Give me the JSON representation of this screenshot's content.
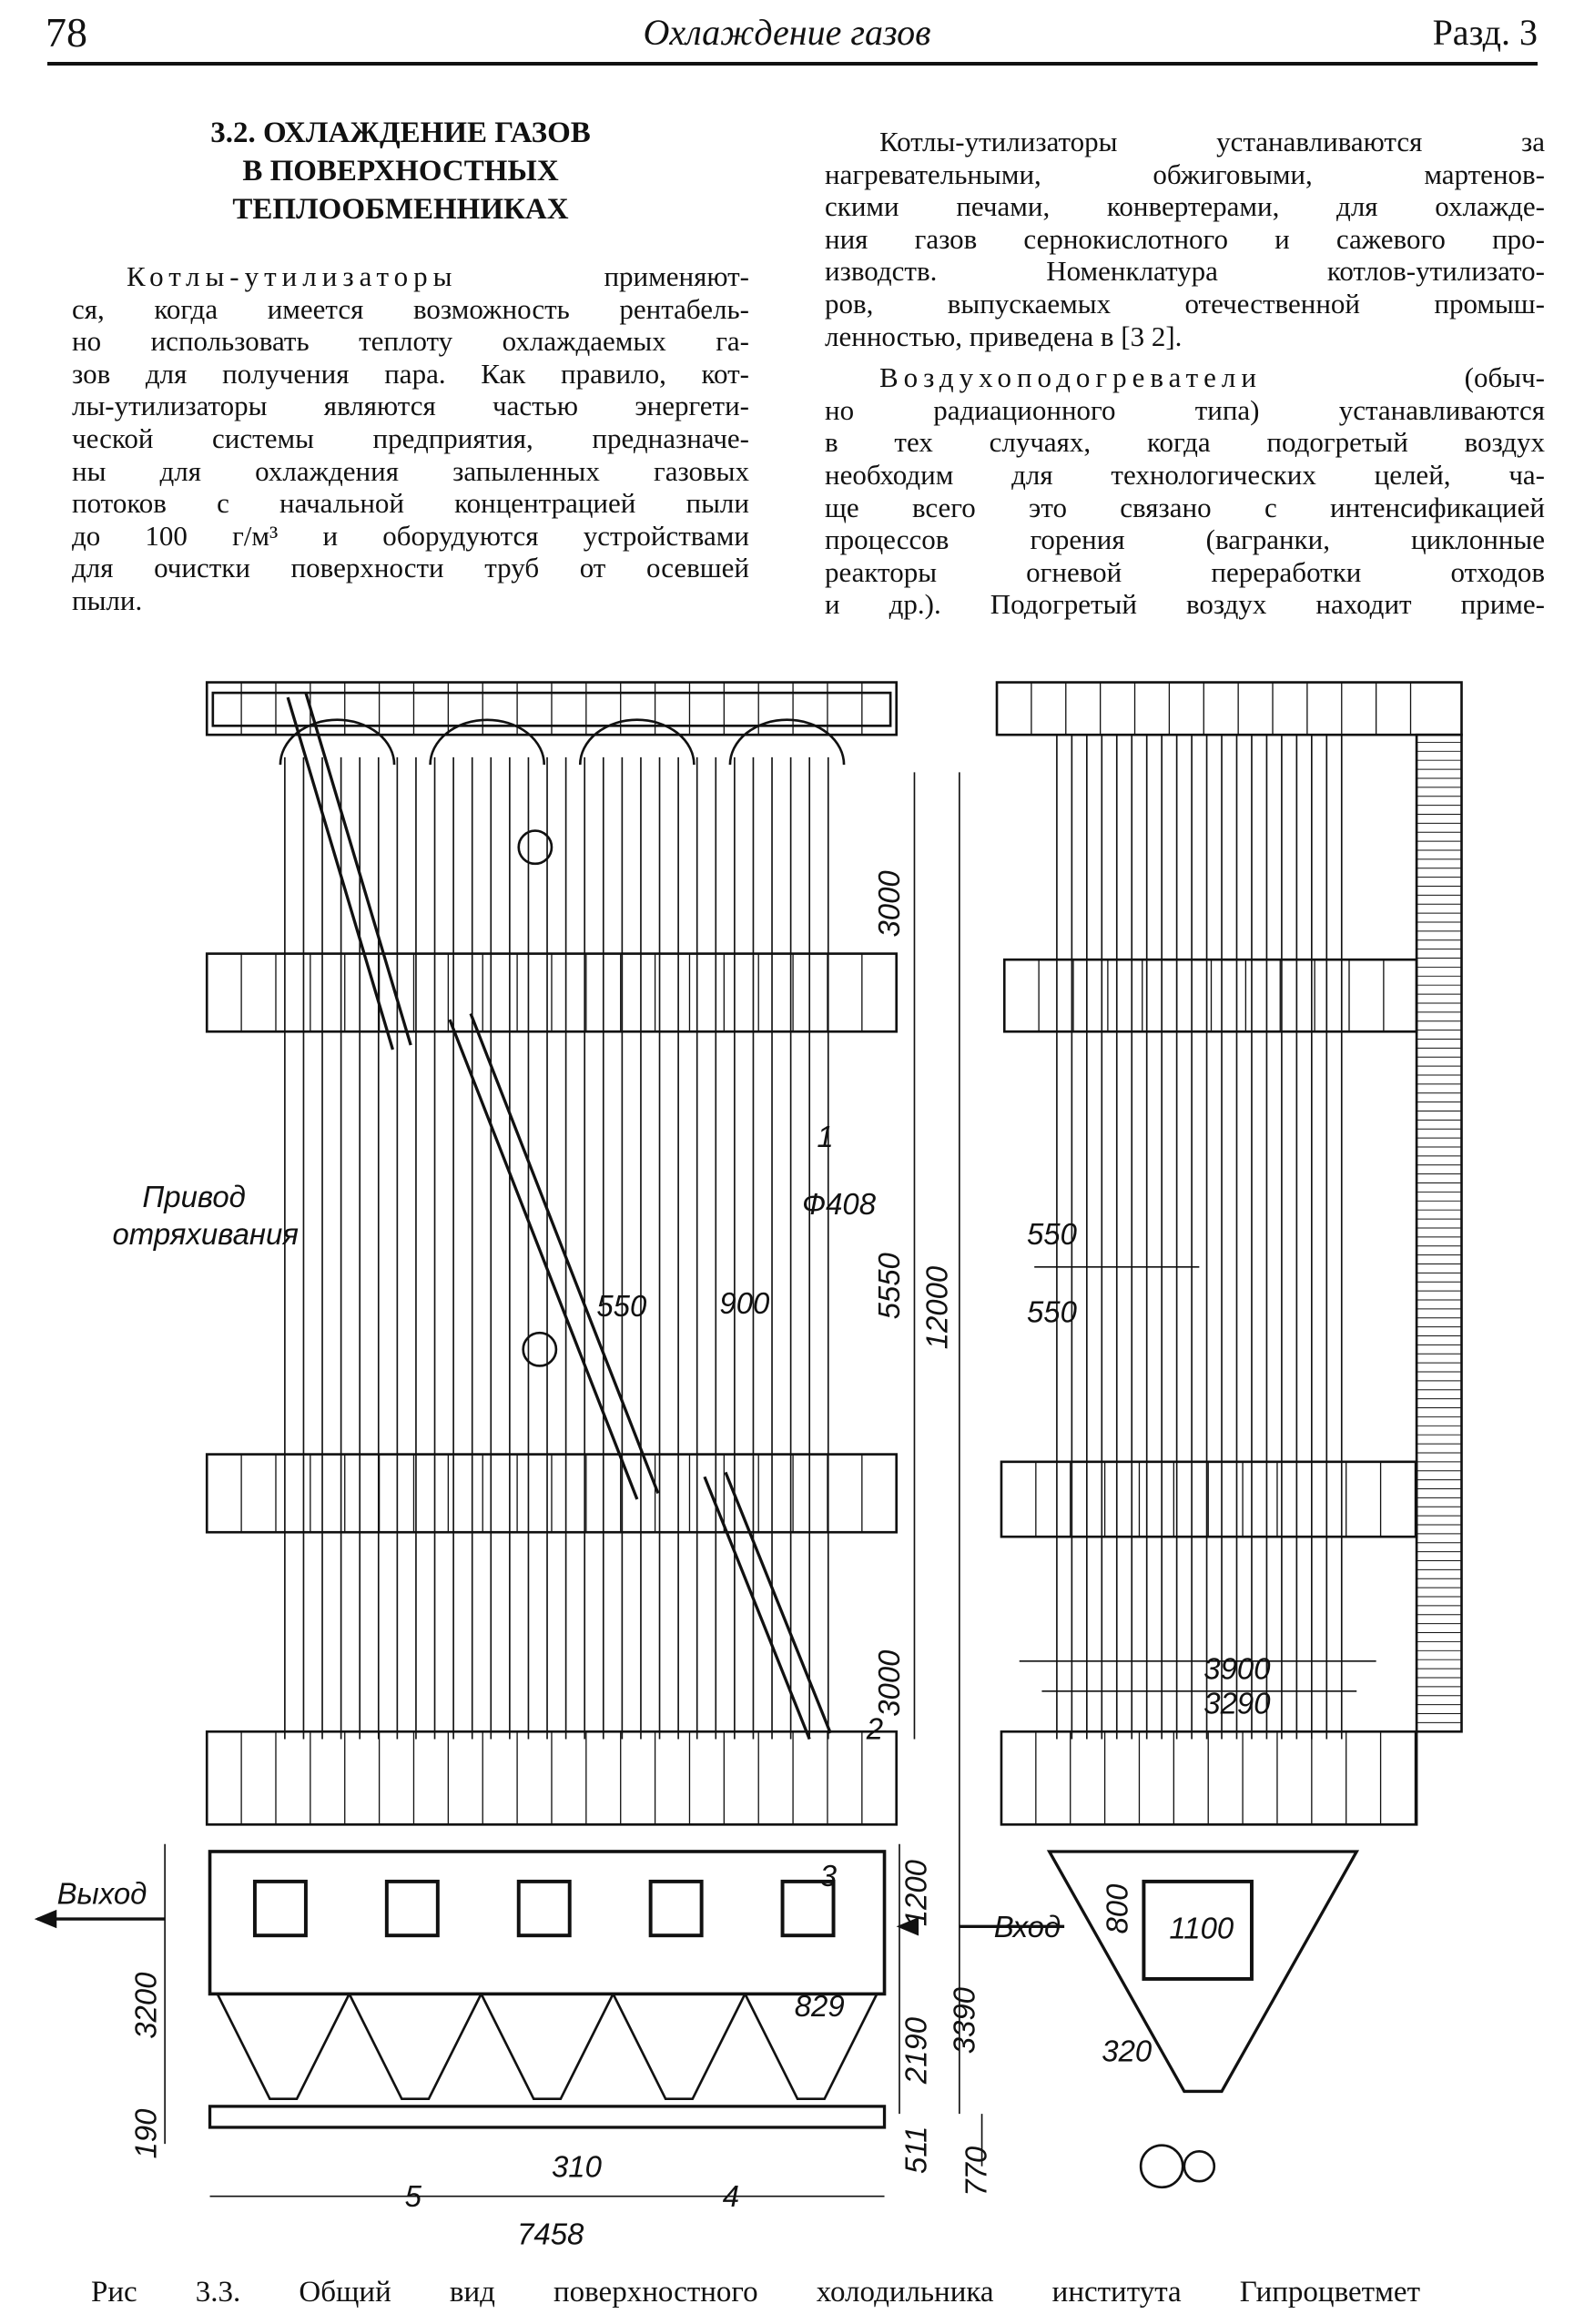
{
  "header": {
    "page_number": "78",
    "running_title": "Охлаждение газов",
    "section": "Разд. 3"
  },
  "heading": [
    "3.2. ОХЛАЖДЕНИЕ ГАЗОВ",
    "В ПОВЕРХНОСТНЫХ",
    "ТЕПЛООБМЕННИКАХ"
  ],
  "left_column": {
    "lead_term": "Котлы-утилизаторы",
    "lines": [
      " применяют-",
      "ся, когда имеется возможность рентабель-",
      "но использовать теплоту охлаждаемых га-",
      "зов для получения пара. Как правило, кот-",
      "лы-утилизаторы являются частью энергети-",
      "ческой системы предприятия, предназначе-",
      "ны для охлаждения запыленных газовых",
      "потоков с начальной концентрацией пыли",
      "до 100 г/м³ и оборудуются устройствами",
      "для очистки поверхности труб от осевшей",
      "пыли."
    ]
  },
  "right_column": {
    "p1": [
      "Котлы-утилизаторы устанавливаются за",
      "нагревательными, обжиговыми, мартенов-",
      "скими печами, конвертерами, для охлажде-",
      "ния газов сернокислотного и сажевого про-",
      "изводств. Номенклатура котлов-утилизато-",
      "ров, выпускаемых отечественной промыш-",
      "ленностью, приведена в [3 2]."
    ],
    "lead_term": "Воздухоподогреватели",
    "p2": [
      " (обыч-",
      "но радиационного типа) устанавливаются",
      "в тех случаях, когда подогретый воздух",
      "необходим для технологических целей, ча-",
      "ще всего это связано с интенсификацией",
      "процессов горения (вагранки, циклонные",
      "реакторы огневой переработки отходов",
      "и др.). Подогретый воздух находит приме-"
    ]
  },
  "figure": {
    "labels": {
      "drive_line1": "Привод",
      "drive_line2": "отряхивания",
      "pos1": "1",
      "pos2": "2",
      "pos3": "3",
      "pos4": "4",
      "pos5": "5",
      "diameter": "Ф408",
      "d550": "550",
      "d900": "900",
      "d3000a": "3000",
      "d5550": "5550",
      "d12000": "12000",
      "d3000b": "3000",
      "outlet": "Выход",
      "inlet": "Вход",
      "d3200": "3200",
      "d1200": "1200",
      "d3390": "3390",
      "d2190": "2190",
      "d829": "829",
      "d190": "190",
      "d310": "310",
      "d511": "511",
      "d770": "770",
      "d7458": "7458",
      "r550a": "550",
      "r550b": "550",
      "r3900": "3900",
      "r3290": "3290",
      "r800": "800",
      "r1100": "1100",
      "r320": "320"
    },
    "caption": "Рис  3.3.  Общий  вид  поверхностного  холодильника  института  Гипроцветмет"
  }
}
